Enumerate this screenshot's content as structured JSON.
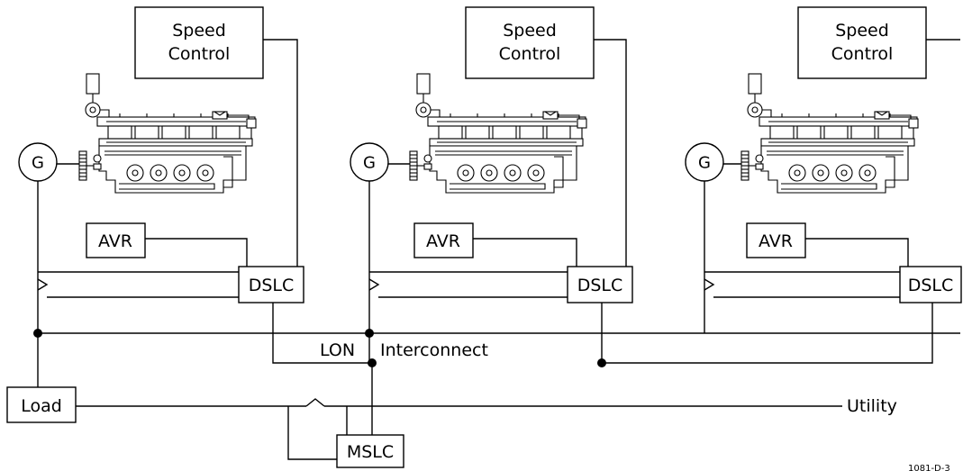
{
  "units": [
    {
      "speed_control": [
        "Speed",
        "Control"
      ],
      "generator": "G",
      "avr": "AVR",
      "dslc": "DSLC"
    },
    {
      "speed_control": [
        "Speed",
        "Control"
      ],
      "generator": "G",
      "avr": "AVR",
      "dslc": "DSLC"
    },
    {
      "speed_control": [
        "Speed",
        "Control"
      ],
      "generator": "G",
      "avr": "AVR",
      "dslc": "DSLC"
    }
  ],
  "lon_label": "LON",
  "interconnect_label": "Interconnect",
  "load_label": "Load",
  "mslc_label": "MSLC",
  "utility_label": "Utility",
  "figure_code": "1081-D-3"
}
